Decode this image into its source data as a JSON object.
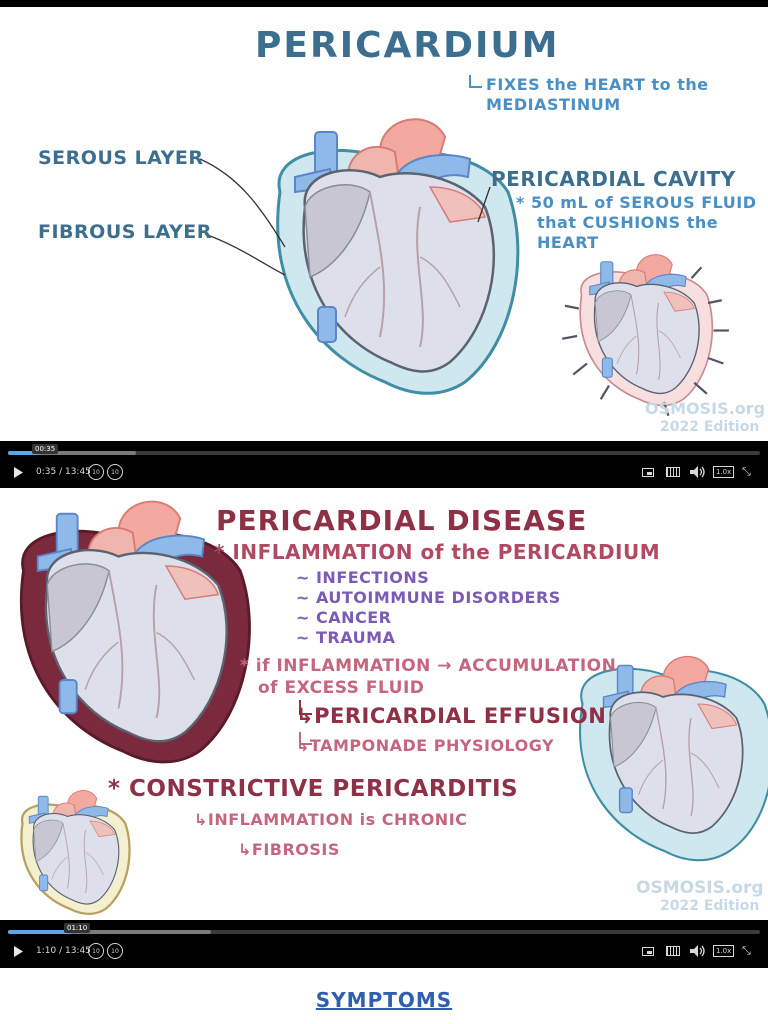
{
  "slide1": {
    "title": "PERICARDIUM",
    "fixes_line1": "FIXES the HEART to the",
    "fixes_line2": "MEDIASTINUM",
    "serous_layer": "SEROUS LAYER",
    "fibrous_layer": "FIBROUS LAYER",
    "cavity_title": "PERICARDIAL CAVITY",
    "cavity_line1": "* 50 mL of SEROUS FLUID",
    "cavity_line2": "that CUSHIONS the",
    "cavity_line3": "HEART",
    "watermark_brand": "OSMOSIS.org",
    "watermark_edition": "2022 Edition"
  },
  "player1": {
    "tooltip": "00:35",
    "timecode": "0:35 / 13:45",
    "played_fraction": 0.043,
    "buffered_fraction": 0.17
  },
  "slide2": {
    "title": "PERICARDIAL DISEASE",
    "inflammation": "* INFLAMMATION of the PERICARDIUM",
    "causes": [
      "~ INFECTIONS",
      "~ AUTOIMMUNE DISORDERS",
      "~ CANCER",
      "~ TRAUMA"
    ],
    "if_line": "* if INFLAMMATION → ACCUMULATION",
    "excess_fluid": "of EXCESS FLUID",
    "effusion": "↳PERICARDIAL EFFUSION",
    "tamponade": "↳TAMPONADE PHYSIOLOGY",
    "constrictive": "* CONSTRICTIVE PERICARDITIS",
    "chronic": "↳INFLAMMATION is CHRONIC",
    "fibrosis": "↳FIBROSIS",
    "watermark_brand": "OSMOSIS.org",
    "watermark_edition": "2022 Edition"
  },
  "player2": {
    "tooltip": "01:10",
    "timecode": "1:10 / 13:45",
    "played_fraction": 0.085,
    "buffered_fraction": 0.27
  },
  "controls": {
    "skip_back": "10",
    "skip_forward": "10",
    "speed": "1.0x"
  },
  "symptoms_link": "SYMPTOMS",
  "colors": {
    "slide1_text": "#3c6e8f",
    "slide2_title": "#8e3046",
    "slide2_sub": "#7b5bb5",
    "slide2_pink": "#c4667d",
    "progress": "#5aa6e8",
    "link": "#2f5fb0"
  }
}
